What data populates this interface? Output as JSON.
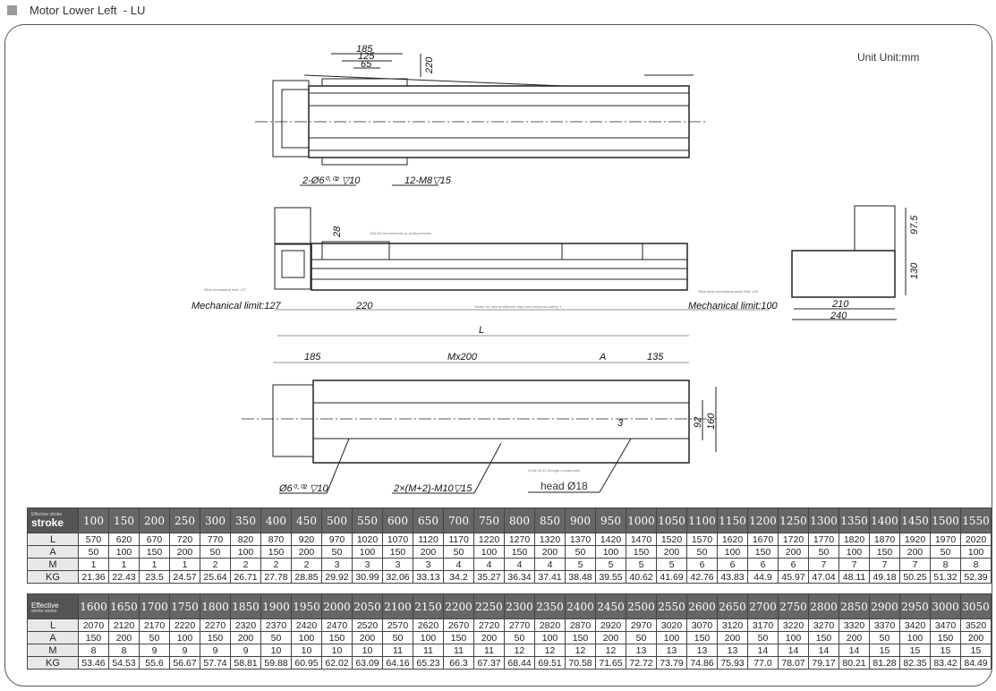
{
  "title": {
    "main": "Motor Lower Left",
    "suffix": "- LU"
  },
  "unit_label": "Unit Unit:mm",
  "top_view": {
    "d185": "185",
    "d125": "125",
    "d65": "65",
    "d220": "220",
    "pin_note": "2-Ø6⁰·⁰² ▽10",
    "thread_note": "12-M8▽15"
  },
  "side_view": {
    "d28": "28",
    "note_symm": "(M) M4 Symmetrical vs. Antisymmetric",
    "slide_limit_small": "Slide mechanical limit: 127",
    "mech_left": "Mechanical limit:127",
    "d220": "220",
    "stroke_note": "Stroke for normal effective trips and reinforced safety 3",
    "plate_limit_small": "Slide table mechanical plate limit: 100",
    "mech_right": "Mechanical limit:100",
    "L": "L"
  },
  "end_view": {
    "d97_5": "97.5",
    "d130": "130",
    "d210": "210",
    "d240": "240"
  },
  "bottom_view": {
    "d185": "185",
    "mx200": "Mx200",
    "A": "A",
    "d135": "135",
    "d3": "3",
    "d92": "92",
    "d160": "160",
    "pin_note": "Ø6⁰·⁰² ▽10",
    "thread_note": "2×(M+2)-M10▽15",
    "counter_note": "2×(M+2)-11 through countersunk",
    "head_note": "head Ø18"
  },
  "table1": {
    "header_small": "Effective stroke",
    "header": "stroke",
    "stroke": [
      "100",
      "150",
      "200",
      "250",
      "300",
      "350",
      "400",
      "450",
      "500",
      "550",
      "600",
      "650",
      "700",
      "750",
      "800",
      "850",
      "900",
      "950",
      "1000",
      "1050",
      "1100",
      "1150",
      "1200",
      "1250",
      "1300",
      "1350",
      "1400",
      "1450",
      "1500",
      "1550"
    ],
    "rows": [
      {
        "label": "L",
        "values": [
          "570",
          "620",
          "670",
          "720",
          "770",
          "820",
          "870",
          "920",
          "970",
          "1020",
          "1070",
          "1120",
          "1170",
          "1220",
          "1270",
          "1320",
          "1370",
          "1420",
          "1470",
          "1520",
          "1570",
          "1620",
          "1670",
          "1720",
          "1770",
          "1820",
          "1870",
          "1920",
          "1970",
          "2020"
        ]
      },
      {
        "label": "A",
        "values": [
          "50",
          "100",
          "150",
          "200",
          "50",
          "100",
          "150",
          "200",
          "50",
          "100",
          "150",
          "200",
          "50",
          "100",
          "150",
          "200",
          "50",
          "100",
          "150",
          "200",
          "50",
          "100",
          "150",
          "200",
          "50",
          "100",
          "150",
          "200",
          "50",
          "100"
        ]
      },
      {
        "label": "M",
        "values": [
          "1",
          "1",
          "1",
          "1",
          "2",
          "2",
          "2",
          "2",
          "3",
          "3",
          "3",
          "3",
          "4",
          "4",
          "4",
          "4",
          "5",
          "5",
          "5",
          "5",
          "6",
          "6",
          "6",
          "6",
          "7",
          "7",
          "7",
          "7",
          "8",
          "8"
        ]
      },
      {
        "label": "KG",
        "values": [
          "21.36",
          "22.43",
          "23.5",
          "24.57",
          "25.64",
          "26.71",
          "27.78",
          "28.85",
          "29.92",
          "30.99",
          "32.06",
          "33.13",
          "34.2",
          "35.27",
          "36.34",
          "37.41",
          "38.48",
          "39.55",
          "40.62",
          "41.69",
          "42.76",
          "43.83",
          "44.9",
          "45.97",
          "47.04",
          "48.11",
          "49.18",
          "50.25",
          "51.32",
          "52.39"
        ]
      }
    ]
  },
  "table2": {
    "header": "Effective",
    "header_small": "stroke stroke",
    "stroke": [
      "1600",
      "1650",
      "1700",
      "1750",
      "1800",
      "1850",
      "1900",
      "1950",
      "2000",
      "2050",
      "2100",
      "2150",
      "2200",
      "2250",
      "2300",
      "2350",
      "2400",
      "2450",
      "2500",
      "2550",
      "2600",
      "2650",
      "2700",
      "2750",
      "2800",
      "2850",
      "2900",
      "2950",
      "3000",
      "3050"
    ],
    "rows": [
      {
        "label": "L",
        "values": [
          "2070",
          "2120",
          "2170",
          "2220",
          "2270",
          "2320",
          "2370",
          "2420",
          "2470",
          "2520",
          "2570",
          "2620",
          "2670",
          "2720",
          "2770",
          "2820",
          "2870",
          "2920",
          "2970",
          "3020",
          "3070",
          "3120",
          "3170",
          "3220",
          "3270",
          "3320",
          "3370",
          "3420",
          "3470",
          "3520"
        ]
      },
      {
        "label": "A",
        "values": [
          "150",
          "200",
          "50",
          "100",
          "150",
          "200",
          "50",
          "100",
          "150",
          "200",
          "50",
          "100",
          "150",
          "200",
          "50",
          "100",
          "150",
          "200",
          "50",
          "100",
          "150",
          "200",
          "50",
          "100",
          "150",
          "200",
          "50",
          "100",
          "150",
          "200"
        ]
      },
      {
        "label": "M",
        "values": [
          "8",
          "8",
          "9",
          "9",
          "9",
          "9",
          "10",
          "10",
          "10",
          "10",
          "11",
          "11",
          "11",
          "11",
          "12",
          "12",
          "12",
          "12",
          "13",
          "13",
          "13",
          "13",
          "14",
          "14",
          "14",
          "14",
          "15",
          "15",
          "15",
          "15"
        ]
      },
      {
        "label": "KG",
        "values": [
          "53.46",
          "54.53",
          "55.6",
          "56.67",
          "57.74",
          "58.81",
          "59.88",
          "60.95",
          "62.02",
          "63.09",
          "64.16",
          "65.23",
          "66.3",
          "67.37",
          "68.44",
          "69.51",
          "70.58",
          "71.65",
          "72.72",
          "73.79",
          "74.86",
          "75.93",
          "77.0",
          "78.07",
          "79.17",
          "80.21",
          "81.28",
          "82.35",
          "83.42",
          "84.49"
        ]
      }
    ]
  }
}
